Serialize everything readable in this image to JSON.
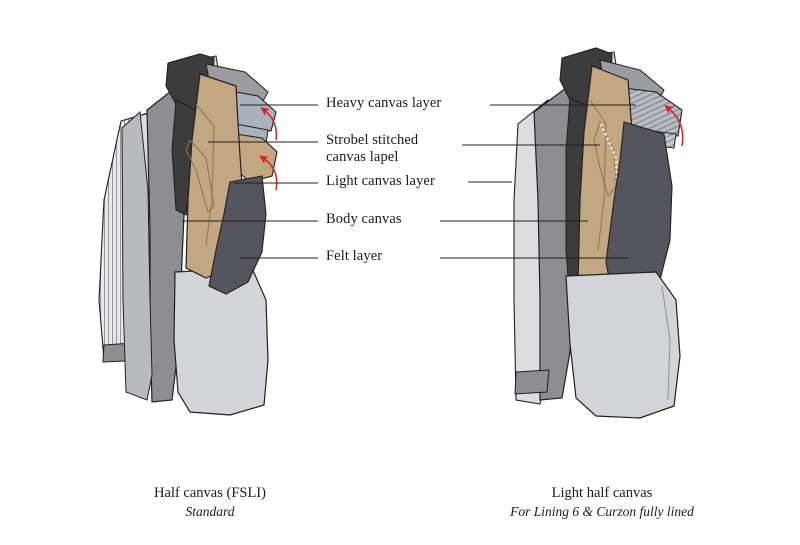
{
  "diagram": {
    "title": "Jacket canvas construction comparison",
    "background_color": "#ffffff",
    "labels": [
      {
        "id": "heavy-canvas-layer",
        "text": "Heavy canvas layer",
        "text2": ""
      },
      {
        "id": "strobel-stitched",
        "text": "Strobel stitched",
        "text2": "canvas lapel"
      },
      {
        "id": "light-canvas-layer",
        "text": "Light canvas layer",
        "text2": ""
      },
      {
        "id": "body-canvas",
        "text": "Body canvas",
        "text2": ""
      },
      {
        "id": "felt-layer",
        "text": "Felt layer",
        "text2": ""
      }
    ],
    "figures": [
      {
        "id": "half-canvas-fsli",
        "caption_main": "Half canvas (FSLI)",
        "caption_sub": "Standard"
      },
      {
        "id": "light-half-canvas",
        "caption_main": "Light half canvas",
        "caption_sub": "For Lining 6 & Curzon fully lined"
      }
    ],
    "colors": {
      "body_canvas_tan": "#c3a782",
      "heavy_canvas_grey_blue": "#a9b1bd",
      "felt_dark_grey": "#55555d",
      "shoulder_grey": "#8e8e92",
      "lining_light_grey": "#d2d4d7",
      "collar_charcoal": "#3c3c3c",
      "arrow_red": "#e02020",
      "outline": "#231f20",
      "leader_line": "#231f20"
    }
  }
}
